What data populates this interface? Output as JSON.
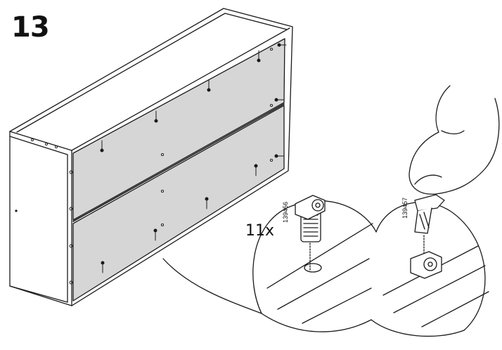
{
  "step_number": "13",
  "quantity_label": "11x",
  "part_numbers": [
    "139456",
    "139457"
  ],
  "colors": {
    "panel_fill": "#d6d6d6",
    "line": "#1a1a1a",
    "background": "#ffffff"
  },
  "icons": [
    "cam-lock-fitting-icon",
    "pointing-finger-icon",
    "dowel-icon"
  ]
}
